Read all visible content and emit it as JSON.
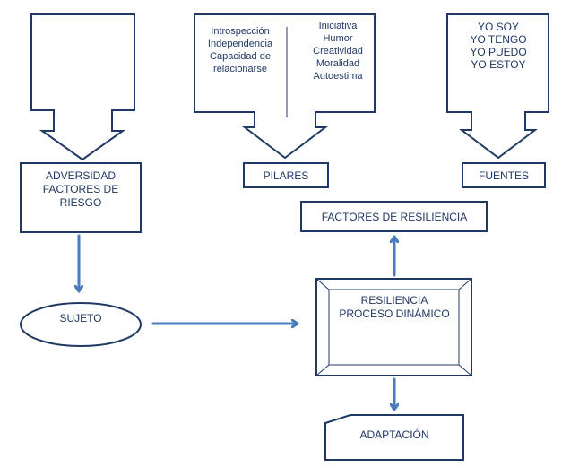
{
  "adversidad": {
    "lines": [
      "ADVERSIDAD",
      "FACTORES DE",
      "RIESGO"
    ]
  },
  "pilares": {
    "left_items": [
      "Introspección",
      "Independencia",
      "Capacidad de",
      "relacionarse"
    ],
    "right_items": [
      "Iniciativa",
      "Humor",
      "Creatividad",
      "Moralidad",
      "Autoestima"
    ],
    "label": "PILARES"
  },
  "fuentes": {
    "items": [
      "YO SOY",
      "YO TENGO",
      "YO PUEDO",
      "YO ESTOY"
    ],
    "label": "FUENTES"
  },
  "factores_resiliencia": "FACTORES DE RESILIENCIA",
  "sujeto": "SUJETO",
  "resiliencia": {
    "lines": [
      "RESILIENCIA",
      "PROCESO DINÁMICO"
    ]
  },
  "adaptacion": "ADAPTACIÓN",
  "colors": {
    "outline": "#1f3864",
    "arrow": "#4a7bbf"
  }
}
